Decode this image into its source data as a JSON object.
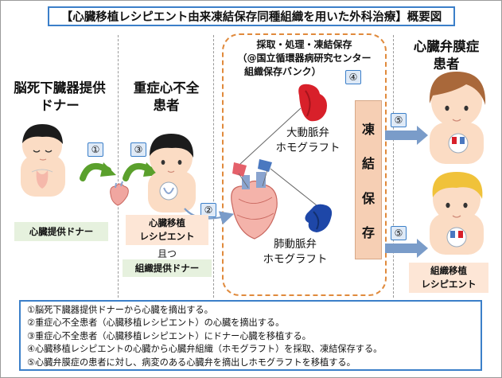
{
  "title": "【心臓移植レシピエント由来凍結保存同種組織を用いた外科治療】概要図",
  "columns": {
    "donor_line1": "脳死下臓器提供",
    "donor_line2": "ドナー",
    "recipient_line1": "重症心不全",
    "recipient_line2": "患者",
    "patient_line1": "心臓弁膜症",
    "patient_line2": "患者"
  },
  "process": {
    "line1": "採取・処理・凍結保存",
    "line2": "（@国立循環器病研究センター",
    "line3": "組織保存バンク）"
  },
  "badges": {
    "b1": "①",
    "b2": "②",
    "b3": "③",
    "b4": "④",
    "b5a": "⑤",
    "b5b": "⑤"
  },
  "labels": {
    "donor": "心臓提供ドナー",
    "recipient_line1": "心臓移植",
    "recipient_line2": "レシピエント",
    "conjunction": "且つ",
    "tissue_donor": "組織提供ドナー",
    "transplant_line1": "組織移植",
    "transplant_line2": "レシピエント"
  },
  "grafts": {
    "aortic_line1": "大動脈弁",
    "aortic_line2": "ホモグラフト",
    "pulmonary_line1": "肺動脈弁",
    "pulmonary_line2": "ホモグラフト"
  },
  "freeze": [
    "凍",
    "結",
    "保",
    "存"
  ],
  "legend": [
    "①脳死下臓器提供ドナーから心臓を摘出する。",
    "②重症心不全患者（心臓移植レシピエント）の心臓を摘出する。",
    "③重症心不全患者（心臓移植レシピエント）にドナー心臓を移植する。",
    "④心臓移植レシピエントの心臓から心臓弁組織（ホモグラフト）を採取、凍結保存する。",
    "⑤心臓弁膜症の患者に対し、病変のある心臓弁を摘出しホモグラフトを移植する。"
  ],
  "colors": {
    "accent_blue": "#3b7fc9",
    "process_orange": "#e08a3c",
    "label_peach": "#fde6d6",
    "label_green": "#e6f1de",
    "freeze_fill": "#f6cfb4",
    "arrow_green": "#5aa02c",
    "arrow_blue": "#7a9cc9"
  }
}
